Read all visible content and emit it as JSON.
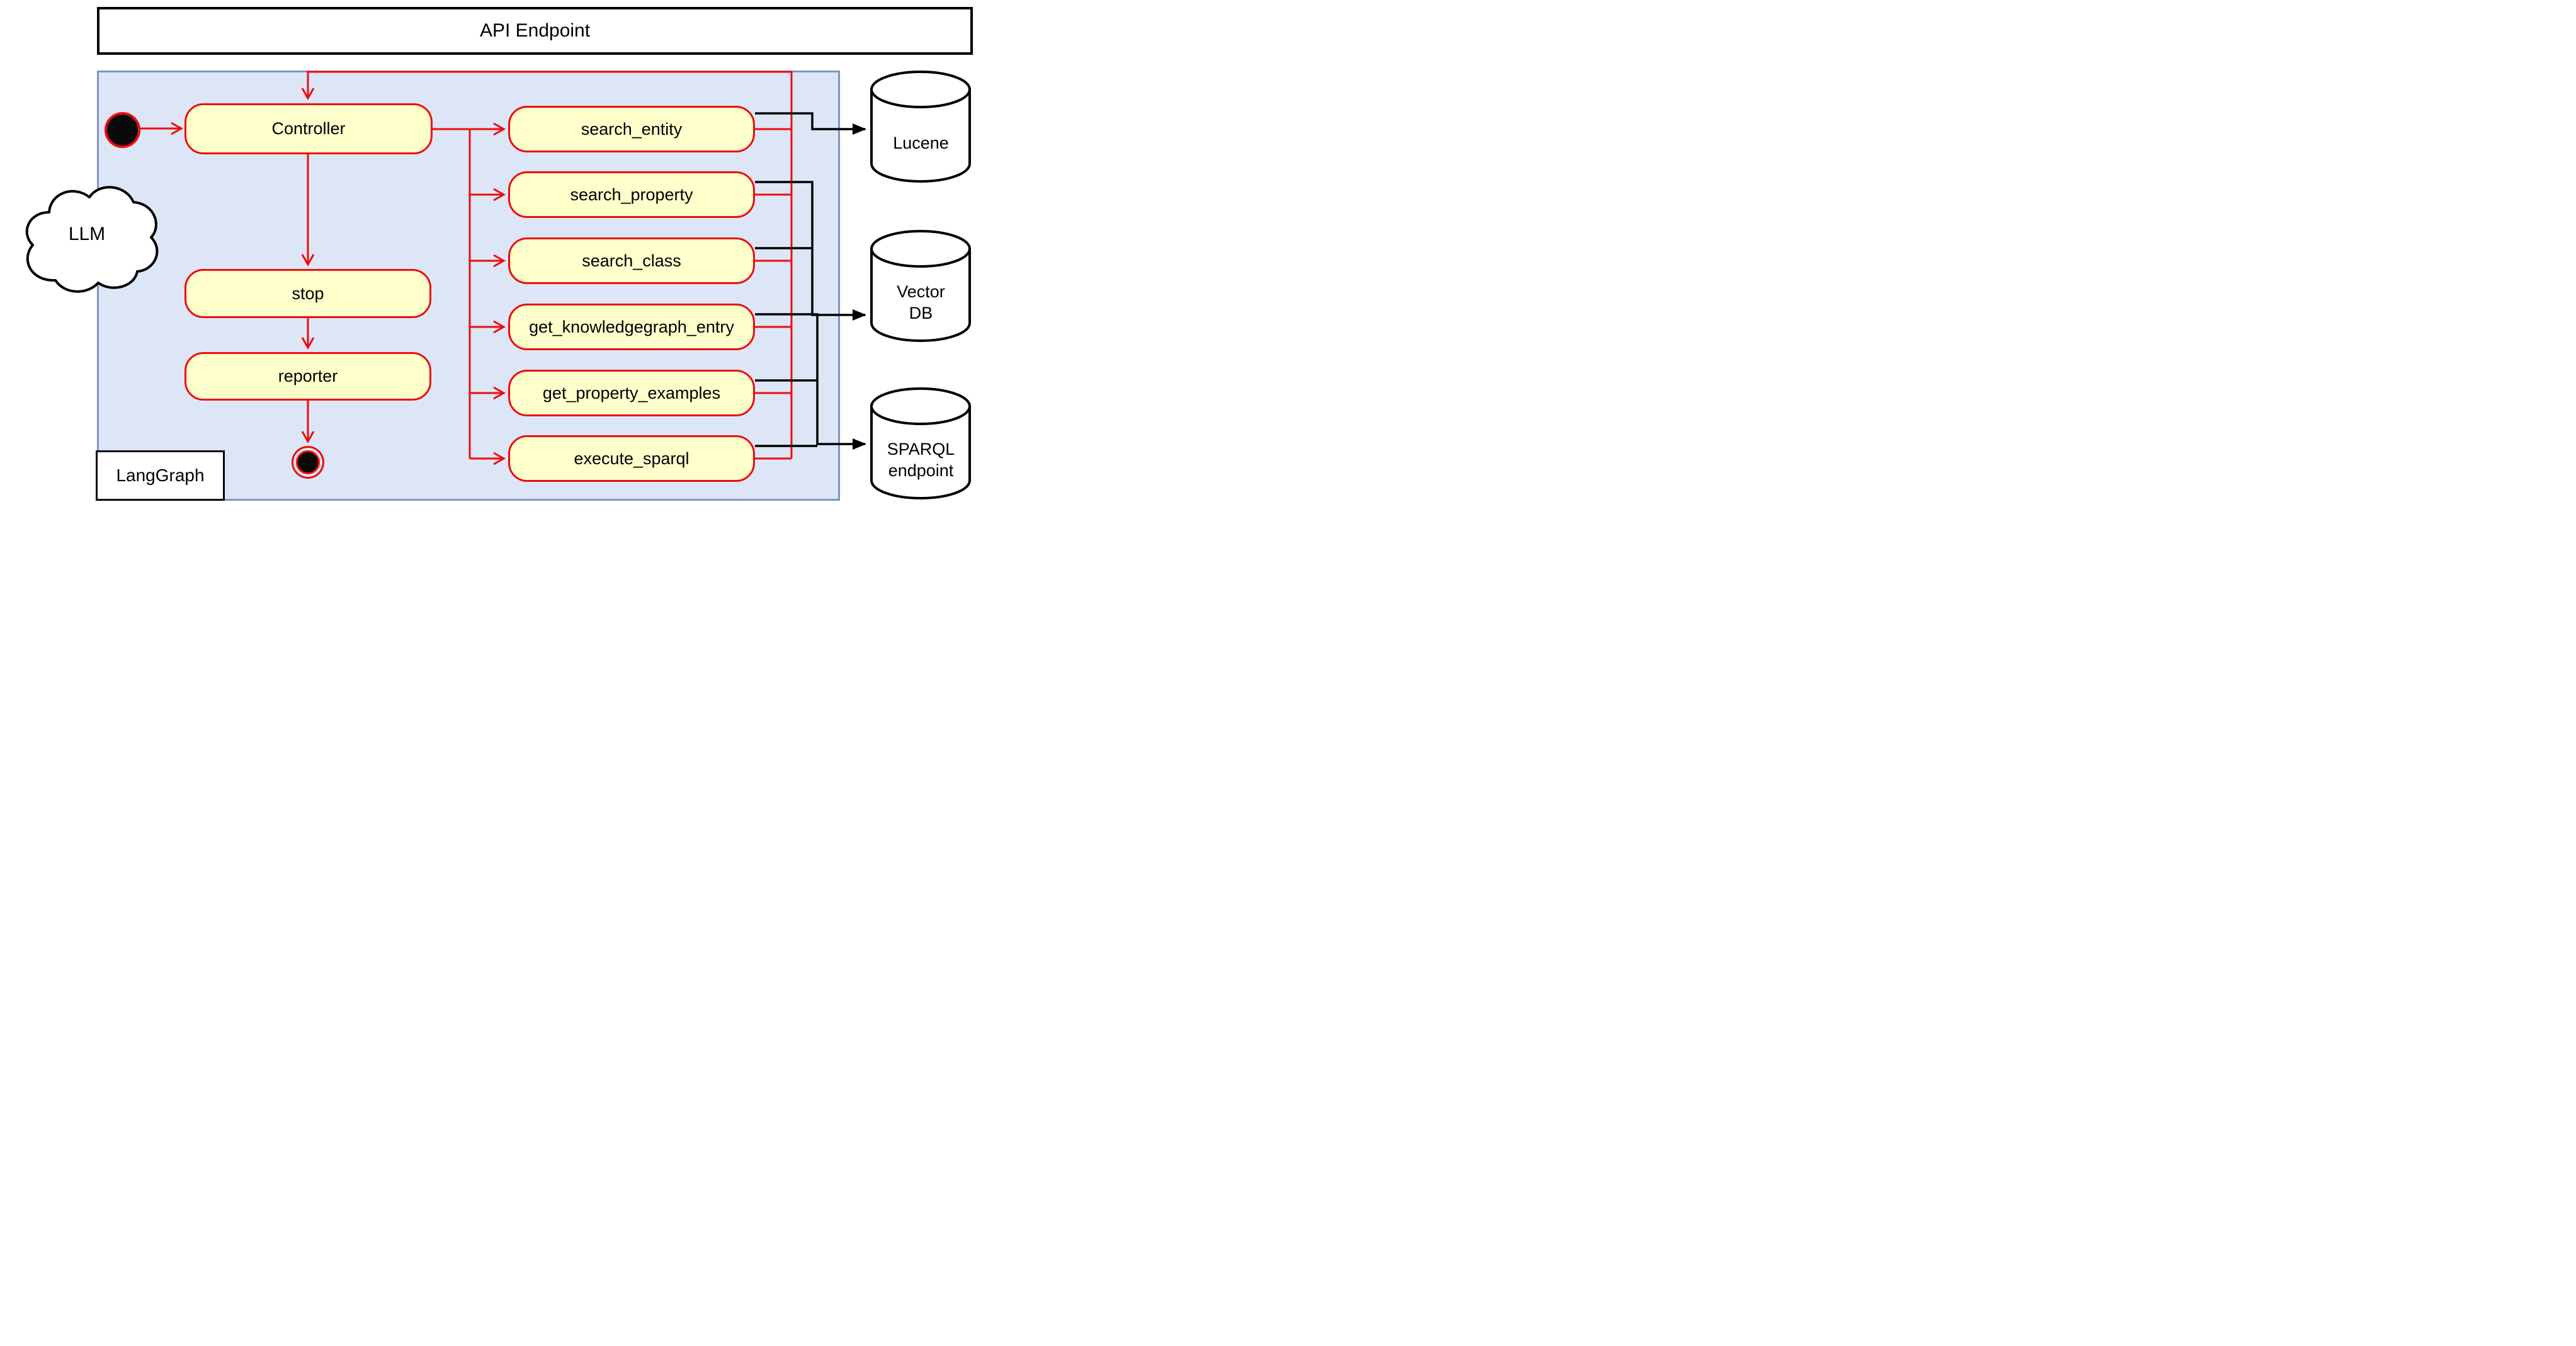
{
  "header": {
    "api_endpoint_label": "API Endpoint"
  },
  "container": {
    "label": "LangGraph"
  },
  "llm": {
    "label": "LLM"
  },
  "nodes": {
    "controller": "Controller",
    "stop": "stop",
    "reporter": "reporter"
  },
  "tools": [
    {
      "label": "search_entity"
    },
    {
      "label": "search_property"
    },
    {
      "label": "search_class"
    },
    {
      "label": "get_knowledgegraph_entry"
    },
    {
      "label": "get_property_examples"
    },
    {
      "label": "execute_sparql"
    }
  ],
  "datastores": [
    {
      "name": "lucene",
      "lines": [
        "Lucene"
      ]
    },
    {
      "name": "vector-db",
      "lines": [
        "Vector",
        "DB"
      ]
    },
    {
      "name": "sparql-endpoint",
      "lines": [
        "SPARQL",
        "endpoint"
      ]
    }
  ],
  "icons": {
    "start": "start-state-icon",
    "end": "end-state-icon",
    "cloud": "cloud-icon",
    "database": "db-cylinder-icon"
  },
  "colors": {
    "accent_red": "#ee0c0c",
    "node_fill": "#ffffcc",
    "container_fill": "#dce6f6",
    "container_border": "#7e95bf",
    "line_black": "#000000"
  }
}
